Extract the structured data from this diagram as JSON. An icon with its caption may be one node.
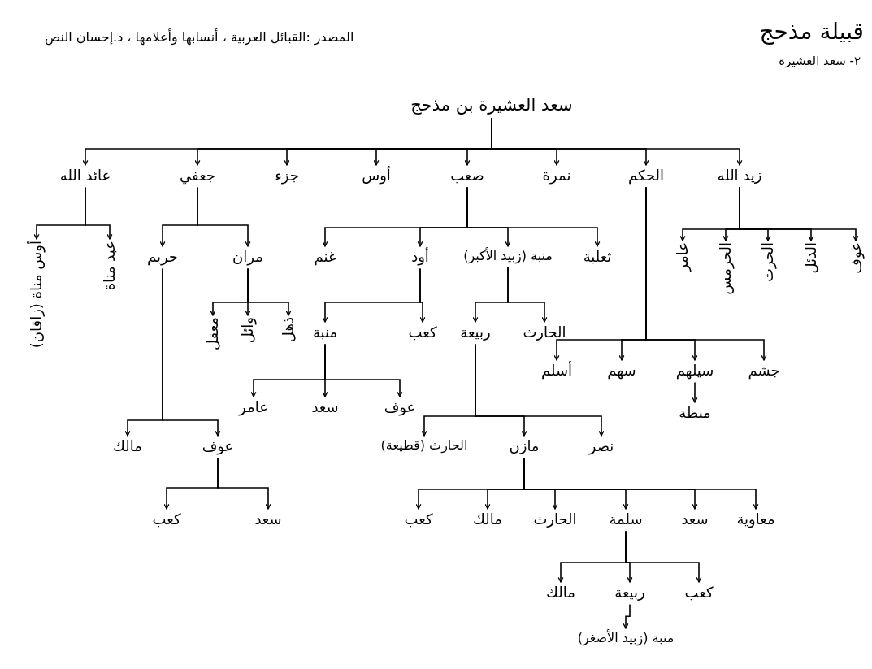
{
  "diagram": {
    "title": "قبيلة مذحج",
    "nodes": [
      {
        "text": [
          "سعد العشيرة بن مذحج"
        ]
      },
      {
        "text": [
          "زيد الله"
        ]
      },
      {
        "text": [
          "الحكم"
        ]
      },
      {
        "text": [
          "نمرة"
        ]
      },
      {
        "text": [
          "صعب"
        ]
      },
      {
        "text": [
          "أوس"
        ]
      },
      {
        "text": [
          "جزء"
        ]
      },
      {
        "text": [
          "جعفي"
        ]
      },
      {
        "text": [
          "عائذ الله"
        ]
      },
      {
        "text": [
          "عوف"
        ]
      },
      {
        "text": [
          "الدئل"
        ]
      },
      {
        "text": [
          "الحرث"
        ]
      },
      {
        "text": [
          "الحرمس"
        ]
      },
      {
        "text": [
          "عامر"
        ]
      },
      {
        "text": [
          "ثعلبة"
        ]
      },
      {
        "text": [
          "منبة (زبيد الأكبر)"
        ]
      },
      {
        "text": [
          "أود"
        ]
      },
      {
        "text": [
          "غنم"
        ]
      },
      {
        "text": [
          "مران"
        ]
      },
      {
        "text": [
          "حريم"
        ]
      },
      {
        "text": [
          "عبد مناة"
        ]
      },
      {
        "text": [
          "أوس مناة (زاقان)"
        ]
      },
      {
        "text": [
          "جشم"
        ]
      },
      {
        "text": [
          "سيلهم"
        ]
      },
      {
        "text": [
          "سهم"
        ]
      },
      {
        "text": [
          "أسلم"
        ]
      },
      {
        "text": [
          "منظة"
        ]
      },
      {
        "text": [
          "الحارث"
        ]
      },
      {
        "text": [
          "ربيعة"
        ]
      },
      {
        "text": [
          "كعب"
        ]
      },
      {
        "text": [
          "منبة"
        ]
      },
      {
        "text": [
          "ذهل"
        ]
      },
      {
        "text": [
          "وائل"
        ]
      },
      {
        "text": [
          "معقل"
        ]
      },
      {
        "text": [
          "عوف"
        ]
      },
      {
        "text": [
          "سعد"
        ]
      },
      {
        "text": [
          "عامر"
        ]
      },
      {
        "text": [
          "نصر"
        ]
      },
      {
        "text": [
          "مازن"
        ]
      },
      {
        "text": [
          "الحارث (قطيعة)"
        ]
      },
      {
        "text": [
          "عوف"
        ]
      },
      {
        "text": [
          "مالك"
        ]
      },
      {
        "text": [
          "معاوية"
        ]
      },
      {
        "text": [
          "سعد"
        ]
      },
      {
        "text": [
          "سلمة"
        ]
      },
      {
        "text": [
          "الحارث"
        ]
      },
      {
        "text": [
          "مالك"
        ]
      },
      {
        "text": [
          "كعب"
        ]
      },
      {
        "text": [
          "سعد"
        ]
      },
      {
        "text": [
          "كعب"
        ]
      },
      {
        "text": [
          "كعب"
        ]
      },
      {
        "text": [
          "ربيعة"
        ]
      },
      {
        "text": [
          "مالك"
        ]
      },
      {
        "text": [
          "منبة (زبيد الأصغر)"
        ]
      }
    ],
    "edges": [
      {
        "from": 0,
        "to": 1,
        "arrow": "to"
      },
      {
        "from": 0,
        "to": 2,
        "arrow": "to"
      },
      {
        "from": 0,
        "to": 3,
        "arrow": "to"
      },
      {
        "from": 0,
        "to": 4,
        "arrow": "to"
      },
      {
        "from": 0,
        "to": 5,
        "arrow": "to"
      },
      {
        "from": 0,
        "to": 6,
        "arrow": "to"
      },
      {
        "from": 0,
        "to": 7,
        "arrow": "to"
      },
      {
        "from": 0,
        "to": 8,
        "arrow": "to"
      },
      {
        "from": 1,
        "to": 9,
        "arrow": "to"
      },
      {
        "from": 1,
        "to": 10,
        "arrow": "to"
      },
      {
        "from": 1,
        "to": 11,
        "arrow": "to"
      },
      {
        "from": 1,
        "to": 12,
        "arrow": "to"
      },
      {
        "from": 1,
        "to": 13,
        "arrow": "to"
      },
      {
        "from": 4,
        "to": 14,
        "arrow": "to"
      },
      {
        "from": 4,
        "to": 15,
        "arrow": "to"
      },
      {
        "from": 4,
        "to": 16,
        "arrow": "to"
      },
      {
        "from": 4,
        "to": 17,
        "arrow": "to"
      },
      {
        "from": 7,
        "to": 18,
        "arrow": "to"
      },
      {
        "from": 7,
        "to": 19,
        "arrow": "to"
      },
      {
        "from": 8,
        "to": 20,
        "arrow": "to"
      },
      {
        "from": 8,
        "to": 21,
        "arrow": "to"
      },
      {
        "from": 2,
        "to": 22,
        "arrow": "to"
      },
      {
        "from": 2,
        "to": 23,
        "arrow": "to"
      },
      {
        "from": 2,
        "to": 24,
        "arrow": "to"
      },
      {
        "from": 2,
        "to": 25,
        "arrow": "to"
      },
      {
        "from": 23,
        "to": 26,
        "arrow": "to"
      },
      {
        "from": 15,
        "to": 27,
        "arrow": "to"
      },
      {
        "from": 15,
        "to": 28,
        "arrow": "to"
      },
      {
        "from": 16,
        "to": 29,
        "arrow": "to"
      },
      {
        "from": 16,
        "to": 30,
        "arrow": "to"
      },
      {
        "from": 18,
        "to": 31,
        "arrow": "to"
      },
      {
        "from": 18,
        "to": 32,
        "arrow": "to"
      },
      {
        "from": 18,
        "to": 33,
        "arrow": "to"
      },
      {
        "from": 30,
        "to": 34,
        "arrow": "to"
      },
      {
        "from": 30,
        "to": 35,
        "arrow": "to"
      },
      {
        "from": 30,
        "to": 36,
        "arrow": "to"
      },
      {
        "from": 28,
        "to": 37,
        "arrow": "to"
      },
      {
        "from": 28,
        "to": 38,
        "arrow": "to"
      },
      {
        "from": 28,
        "to": 39,
        "arrow": "to"
      },
      {
        "from": 19,
        "to": 40,
        "arrow": "to"
      },
      {
        "from": 19,
        "to": 41,
        "arrow": "to"
      },
      {
        "from": 38,
        "to": 42,
        "arrow": "to"
      },
      {
        "from": 38,
        "to": 43,
        "arrow": "to"
      },
      {
        "from": 38,
        "to": 44,
        "arrow": "to"
      },
      {
        "from": 38,
        "to": 45,
        "arrow": "to"
      },
      {
        "from": 38,
        "to": 46,
        "arrow": "to"
      },
      {
        "from": 38,
        "to": 47,
        "arrow": "to"
      },
      {
        "from": 40,
        "to": 48,
        "arrow": "to"
      },
      {
        "from": 40,
        "to": 49,
        "arrow": "to"
      },
      {
        "from": 44,
        "to": 50,
        "arrow": "to"
      },
      {
        "from": 44,
        "to": 51,
        "arrow": "to"
      },
      {
        "from": 44,
        "to": 52,
        "arrow": "to"
      },
      {
        "from": 51,
        "to": 53,
        "arrow": "to"
      }
    ],
    "labels": [
      "٢- سعد العشيرة",
      "المصدر :القبائل العربية ، أنسابها وأعلامها ، د.إحسان النص"
    ]
  }
}
